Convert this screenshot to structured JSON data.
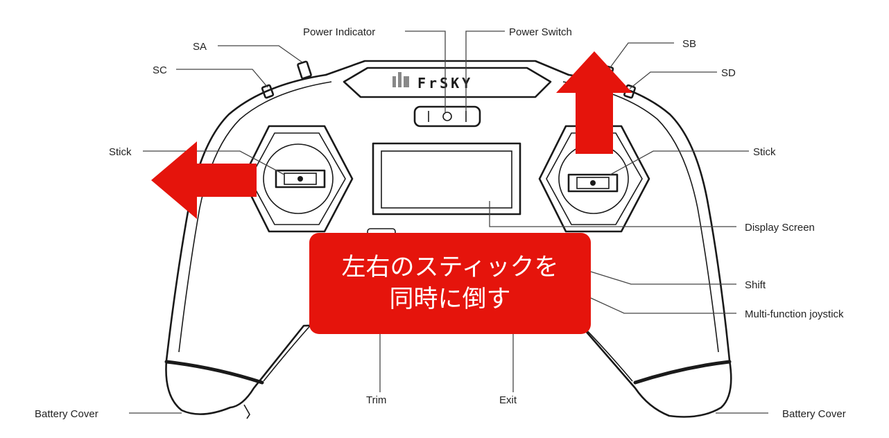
{
  "labels": {
    "power_indicator": "Power Indicator",
    "power_switch": "Power Switch",
    "sa": "SA",
    "sb": "SB",
    "sc": "SC",
    "sd": "SD",
    "stick_left": "Stick",
    "stick_right": "Stick",
    "display_screen": "Display Screen",
    "shift": "Shift",
    "multi_function_joystick": "Multi-function joystick",
    "trim": "Trim",
    "exit": "Exit",
    "battery_cover_left": "Battery Cover",
    "battery_cover_right": "Battery Cover"
  },
  "logo": {
    "text": "FrSKY"
  },
  "callout": {
    "line1": "左右のスティックを",
    "line2": "同時に倒す",
    "color": "#e5140c"
  },
  "arrows": {
    "left_stick_arrow": "left-arrow",
    "right_stick_arrow": "up-arrow",
    "color": "#e5140c"
  }
}
